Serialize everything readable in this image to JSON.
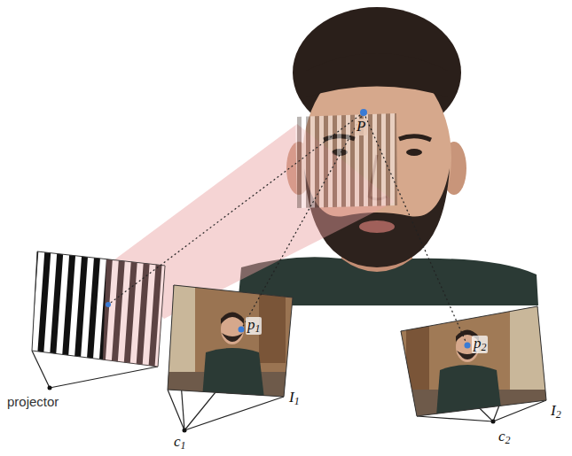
{
  "diagram": {
    "labels": [
      "P",
      "p1",
      "projector",
      "c1",
      "I1",
      "p2",
      "I2",
      "c2"
    ]
  }
}
